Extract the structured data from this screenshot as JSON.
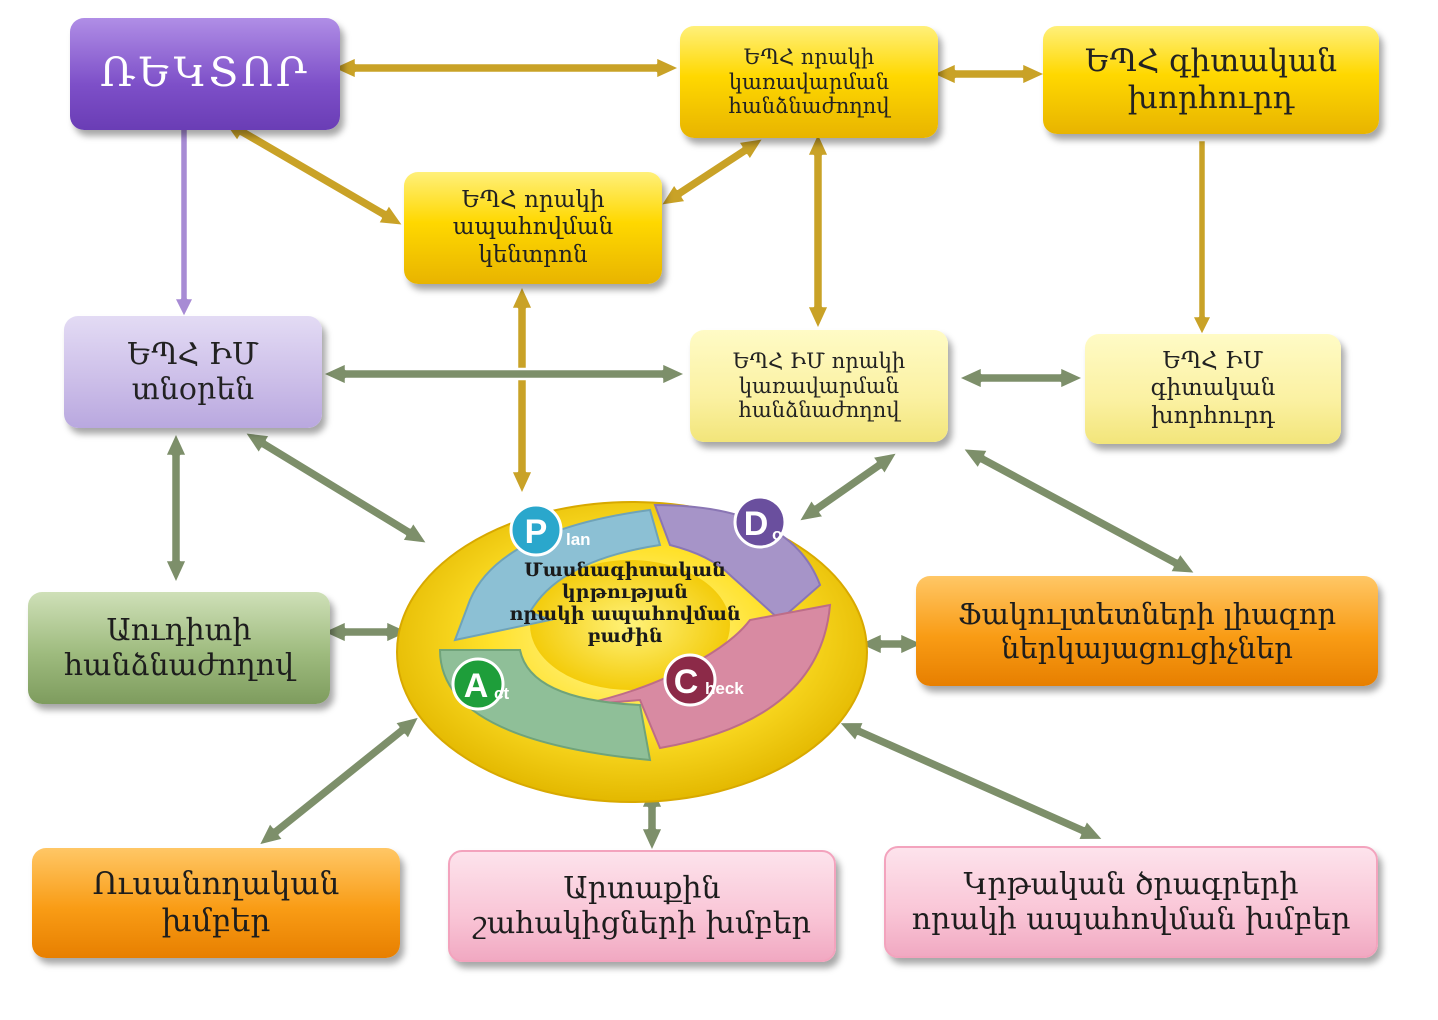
{
  "boxes": {
    "rector": [
      "ՌԵԿՏՈՐ"
    ],
    "quality_council": [
      "ԵՊՀ որակի",
      "կառավարման",
      "հանձնաժողով"
    ],
    "science_council": [
      "ԵՊՀ գիտական",
      "խորհուրդ"
    ],
    "qa_center": [
      "ԵՊՀ որակի",
      "ապահովման",
      "կենտրոն"
    ],
    "director": [
      "ԵՊՀ ԻՄ",
      "տնօրեն"
    ],
    "ijm_quality_council": [
      "ԵՊՀ ԻՄ որակի",
      "կառավարման",
      "հանձնաժողով"
    ],
    "ijm_science_council": [
      "ԵՊՀ ԻՄ",
      "գիտական",
      "խորհուրդ"
    ],
    "audit": [
      "Աուդիտի",
      "հանձնաժողով"
    ],
    "faculty_reps": [
      "Ֆակուլտետների լիազոր",
      "ներկայացուցիչներ"
    ],
    "student_groups": [
      "Ուսանողական",
      "խմբեր"
    ],
    "stakeholders": [
      "Արտաքին",
      "շահակիցների խմբեր"
    ],
    "program_groups": [
      "Կրթական ծրագրերի",
      "որակի ապահովման խմբեր"
    ]
  },
  "pdca": {
    "plan": {
      "letter": "P",
      "rest": "lan"
    },
    "do": {
      "letter": "D",
      "rest": "o"
    },
    "check": {
      "letter": "C",
      "rest": "heck"
    },
    "act": {
      "letter": "A",
      "rest": "ct"
    }
  },
  "center": [
    "Մասնագիտական",
    "կրթության",
    "որակի ապահովման",
    "բաժին"
  ],
  "colors": {
    "gold_arrow": "#c9a227",
    "purple_arrow": "#a78bd4",
    "green_arrow": "#7d8f6a",
    "plan": "#8cc0d4",
    "do": "#a694c8",
    "check": "#d88aa2",
    "act": "#8fbf98",
    "ellipse": "#f5d000"
  }
}
